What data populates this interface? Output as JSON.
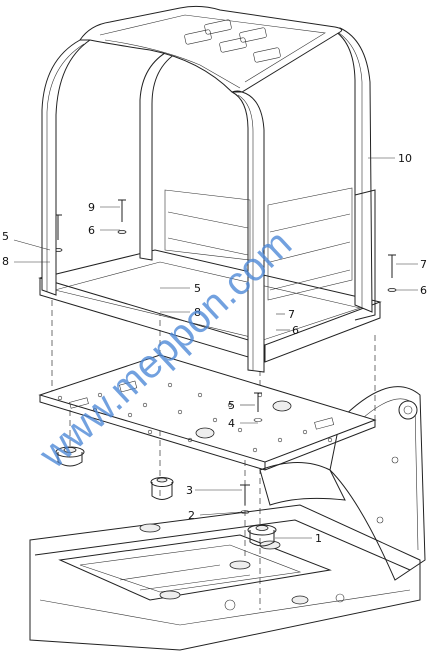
{
  "diagram": {
    "callouts": [
      "10",
      "9",
      "6",
      "5",
      "8",
      "5",
      "8",
      "7",
      "6",
      "7",
      "6",
      "5",
      "4",
      "3",
      "2",
      "1"
    ],
    "watermark": "www.meppon.com"
  }
}
